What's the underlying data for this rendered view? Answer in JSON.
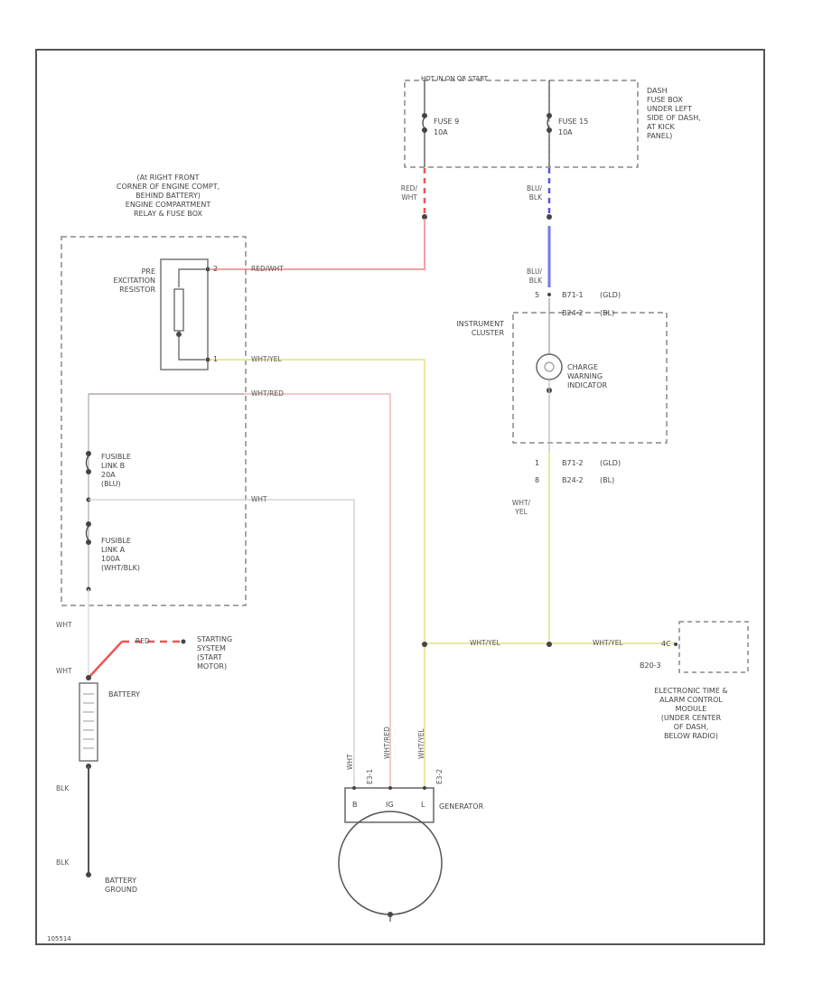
{
  "fuse_box": {
    "header": "HOT IN ON OR START",
    "fuse_9_label": "FUSE 9",
    "fuse_9_rating": "10A",
    "fuse_15_label": "FUSE 15",
    "fuse_15_rating": "10A",
    "location": [
      "DASH",
      "FUSE BOX",
      "UNDER LEFT",
      "SIDE OF DASH,",
      "AT KICK",
      "PANEL)"
    ]
  },
  "relay_box": {
    "location": [
      "(At RIGHT FRONT",
      "CORNER OF ENGINE COMPT,",
      "BEHIND BATTERY)",
      "ENGINE COMPARTMENT",
      "RELAY & FUSE BOX"
    ],
    "resistor_label": [
      "PRE",
      "EXCITATION",
      "RESISTOR"
    ],
    "res_pin_top": "2",
    "res_pin_bottom": "1",
    "fusible_b": [
      "FUSIBLE",
      "LINK B",
      "20A",
      "(BLU)"
    ],
    "fusible_a": [
      "FUSIBLE",
      "LINK A",
      "100A",
      "(WHT/BLK)"
    ]
  },
  "wires": {
    "red_wht_vert": [
      "RED/",
      "WHT"
    ],
    "blu_blk_top": [
      "BLU/",
      "BLK"
    ],
    "blu_blk_mid": [
      "BLU/",
      "BLK"
    ],
    "red_wht_horiz": "RED/WHT",
    "wht_yel_horiz": "WHT/YEL",
    "wht_red_horiz": "WHT/RED",
    "wht_horiz": "WHT",
    "wht_yel_vert": [
      "WHT/",
      "YEL"
    ],
    "wht_yel_bottom_1": "WHT/YEL",
    "wht_yel_bottom_2": "WHT/YEL",
    "wht_1": "WHT",
    "wht_2": "WHT",
    "red_battery": "RED",
    "blk_1": "BLK",
    "blk_2": "BLK",
    "gen_wht": "WHT",
    "gen_wht_red": "WHT/RED",
    "gen_wht_yel": "WHT/YEL"
  },
  "instrument_cluster": {
    "label": [
      "INSTRUMENT",
      "CLUSTER"
    ],
    "lamp_label": [
      "CHARGE",
      "WARNING",
      "INDICATOR"
    ],
    "conn_top_pin": "5",
    "conn_top_id": "B71-1",
    "conn_top_color": "(GLD)",
    "conn_top_pin2": "B24-2",
    "conn_top_color2": "(BL)",
    "conn_bot_pin": "1",
    "conn_bot_id": "B71-2",
    "conn_bot_color": "(GLD)",
    "conn_bot_pin2": "8",
    "conn_bot_id2": "B24-2",
    "conn_bot_color2": "(BL)"
  },
  "starting_system": [
    "STARTING",
    "SYSTEM",
    "(START",
    "MOTOR)"
  ],
  "battery": {
    "label": "BATTERY",
    "ground": [
      "BATTERY",
      "GROUND"
    ]
  },
  "generator": {
    "label": "GENERATOR",
    "pin_b": "B",
    "pin_ig": "IG",
    "pin_l": "L",
    "conn_1": "E3-1",
    "conn_2": "E3-2"
  },
  "etacm": {
    "pin": "4C",
    "conn": "B20-3",
    "label": [
      "ELECTRONIC TIME &",
      "ALARM CONTROL",
      "MODULE",
      "(UNDER CENTER",
      "OF DASH,",
      "BELOW RADIO)"
    ]
  },
  "footer_id": "105514"
}
